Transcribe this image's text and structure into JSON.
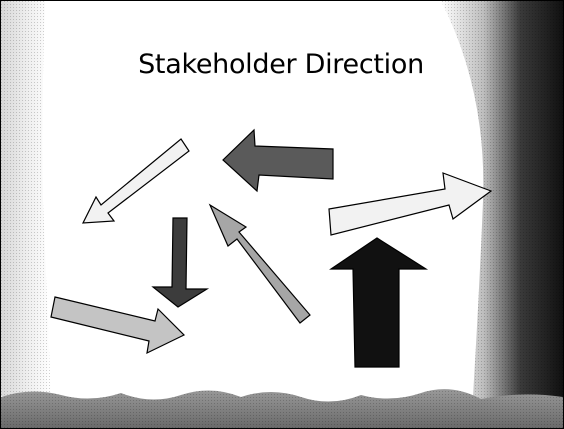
{
  "slide": {
    "title": "Stakeholder Direction"
  },
  "arrows": [
    {
      "id": "arrow-pointing-down-left",
      "direction": "down-left",
      "fill": "#f2f2f2"
    },
    {
      "id": "arrow-pointing-left",
      "direction": "left",
      "fill": "#5a5a5a"
    },
    {
      "id": "arrow-pointing-down",
      "direction": "down",
      "fill": "#3c3c3c"
    },
    {
      "id": "arrow-pointing-up-left",
      "direction": "up-left",
      "fill": "#a6a6a6"
    },
    {
      "id": "arrow-pointing-up-right",
      "direction": "up-right",
      "fill": "#f2f2f2"
    },
    {
      "id": "arrow-pointing-up",
      "direction": "up",
      "fill": "#111111"
    },
    {
      "id": "arrow-pointing-right",
      "direction": "right",
      "fill": "#c4c4c4"
    }
  ],
  "colors": {
    "curtain_light": "#e8e8e8",
    "curtain_dark": "#1a1a1a",
    "stage_floor": "#777777",
    "outline": "#000000"
  }
}
